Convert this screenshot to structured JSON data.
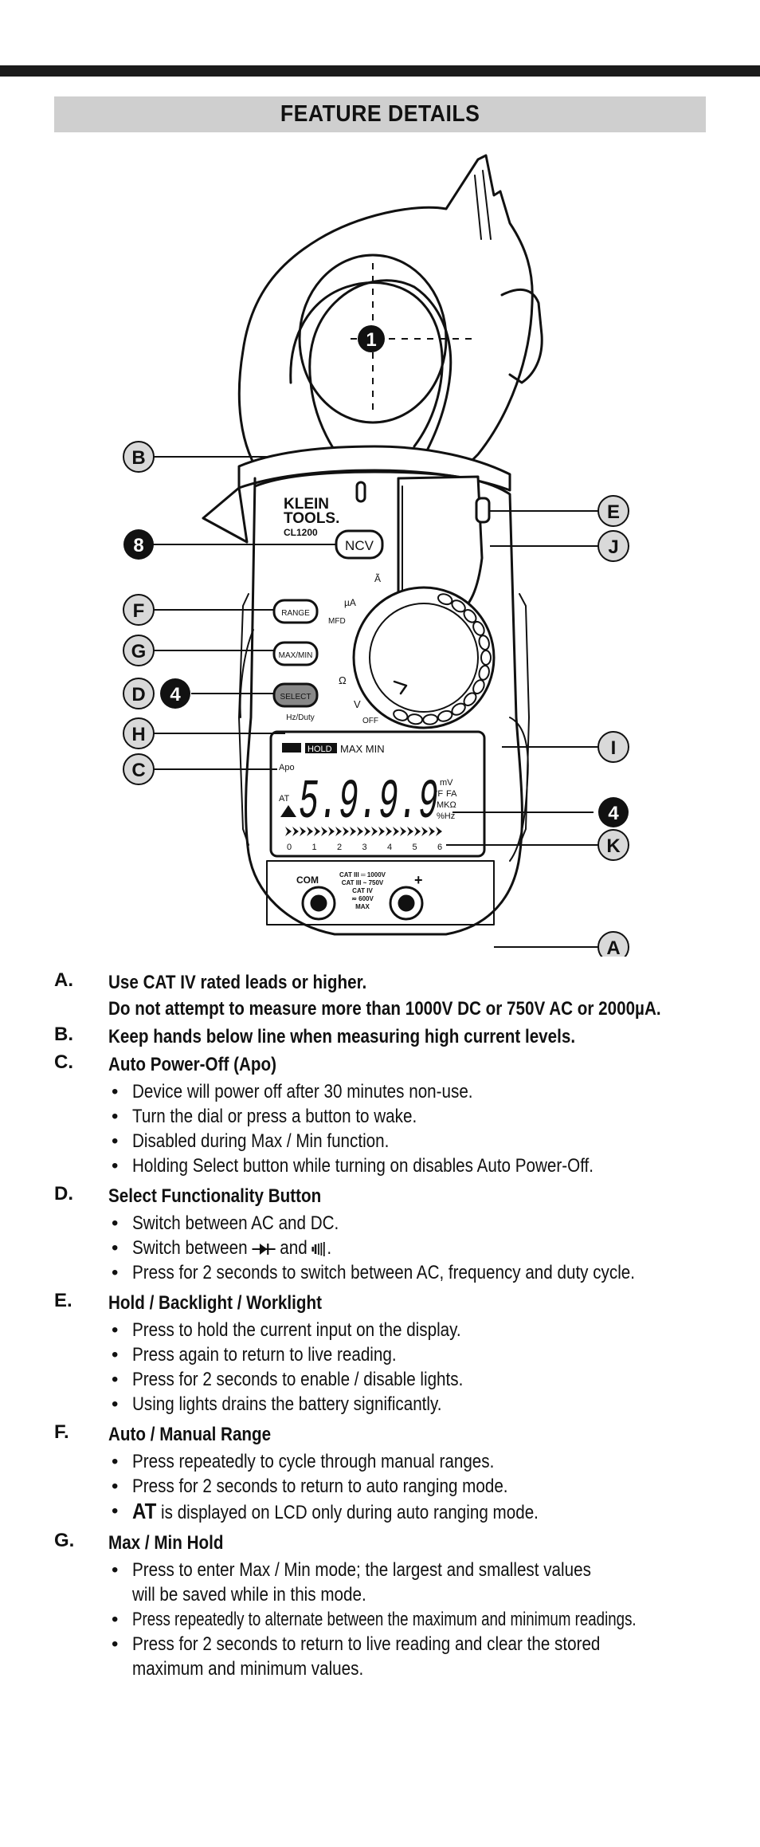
{
  "header": {
    "title": "FEATURE DETAILS"
  },
  "device": {
    "brand_line1": "KLEIN",
    "brand_line2": "TOOLS.",
    "model": "CL1200",
    "ncv_label": "NCV",
    "range_label": "RANGE",
    "maxmin_label": "MAX/MIN",
    "select_label": "SELECT",
    "select_sub": "Hz/Duty",
    "dial": {
      "a": "Ã",
      "ua": "µA",
      "mfd": "MFD",
      "ohm": "Ω",
      "v": "V",
      "off": "OFF"
    },
    "lcd": {
      "top_row": "MAX MIN",
      "hold": "HOLD",
      "apo": "Apo",
      "at": "AT",
      "digits": "5.9.9.9",
      "units": [
        "mV",
        "°F",
        "MKΩ",
        "%Hz"
      ],
      "fa": "FA",
      "scale": [
        "0",
        "1",
        "2",
        "3",
        "4",
        "5",
        "6"
      ]
    },
    "terminals": {
      "com": "COM",
      "plus": "+",
      "ratings": [
        "CAT III ═ 1000V",
        "CAT III ~ 750V",
        "CAT IV",
        "≂ 600V",
        "MAX"
      ]
    }
  },
  "callouts": {
    "n1": "1",
    "B": "B",
    "E": "E",
    "J": "J",
    "n8": "8",
    "F": "F",
    "G": "G",
    "D": "D",
    "n4a": "4",
    "H": "H",
    "I": "I",
    "C": "C",
    "n4b": "4",
    "K": "K",
    "A": "A"
  },
  "items": [
    {
      "letter": "A.",
      "title_lines": [
        "Use CAT IV rated leads or higher.",
        "Do not attempt to measure more than 1000V DC or 750V AC or 2000µA."
      ],
      "bullets": []
    },
    {
      "letter": "B.",
      "title_lines": [
        "Keep hands below line when measuring high current levels."
      ],
      "bullets": []
    },
    {
      "letter": "C.",
      "title_lines": [
        "Auto Power-Off (Apo)"
      ],
      "bullets": [
        "Device will power off after 30 minutes non-use.",
        "Turn the dial or press a button to wake.",
        "Disabled during Max / Min function.",
        "Holding Select button while turning on disables Auto Power-Off."
      ]
    },
    {
      "letter": "D.",
      "title_lines": [
        "Select Functionality Button"
      ],
      "bullets": [
        "Switch between AC and DC.",
        "Switch between",
        "Press for 2 seconds to switch between AC, frequency and duty cycle."
      ],
      "bullet2_and": "and",
      "bullet2_end": "."
    },
    {
      "letter": "E.",
      "title_lines": [
        "Hold / Backlight / Worklight"
      ],
      "bullets": [
        "Press to hold the current input on the display.",
        "Press again to return to live reading.",
        "Press for 2 seconds to enable / disable lights.",
        "Using lights drains the battery significantly."
      ]
    },
    {
      "letter": "F.",
      "title_lines": [
        "Auto / Manual Range"
      ],
      "bullets": [
        "Press repeatedly to cycle through manual ranges.",
        "Press for 2 seconds to return to auto ranging mode.",
        "is displayed on LCD only during auto ranging mode."
      ],
      "at": "AT"
    },
    {
      "letter": "G.",
      "title_lines": [
        "Max / Min Hold"
      ],
      "bullets": [
        "Press to enter Max / Min mode; the largest and smallest values",
        "will be saved while in this mode.",
        "Press repeatedly to alternate between the maximum and minimum readings.",
        "Press for 2 seconds to return to live reading and clear the stored",
        "maximum and minimum values."
      ]
    }
  ]
}
